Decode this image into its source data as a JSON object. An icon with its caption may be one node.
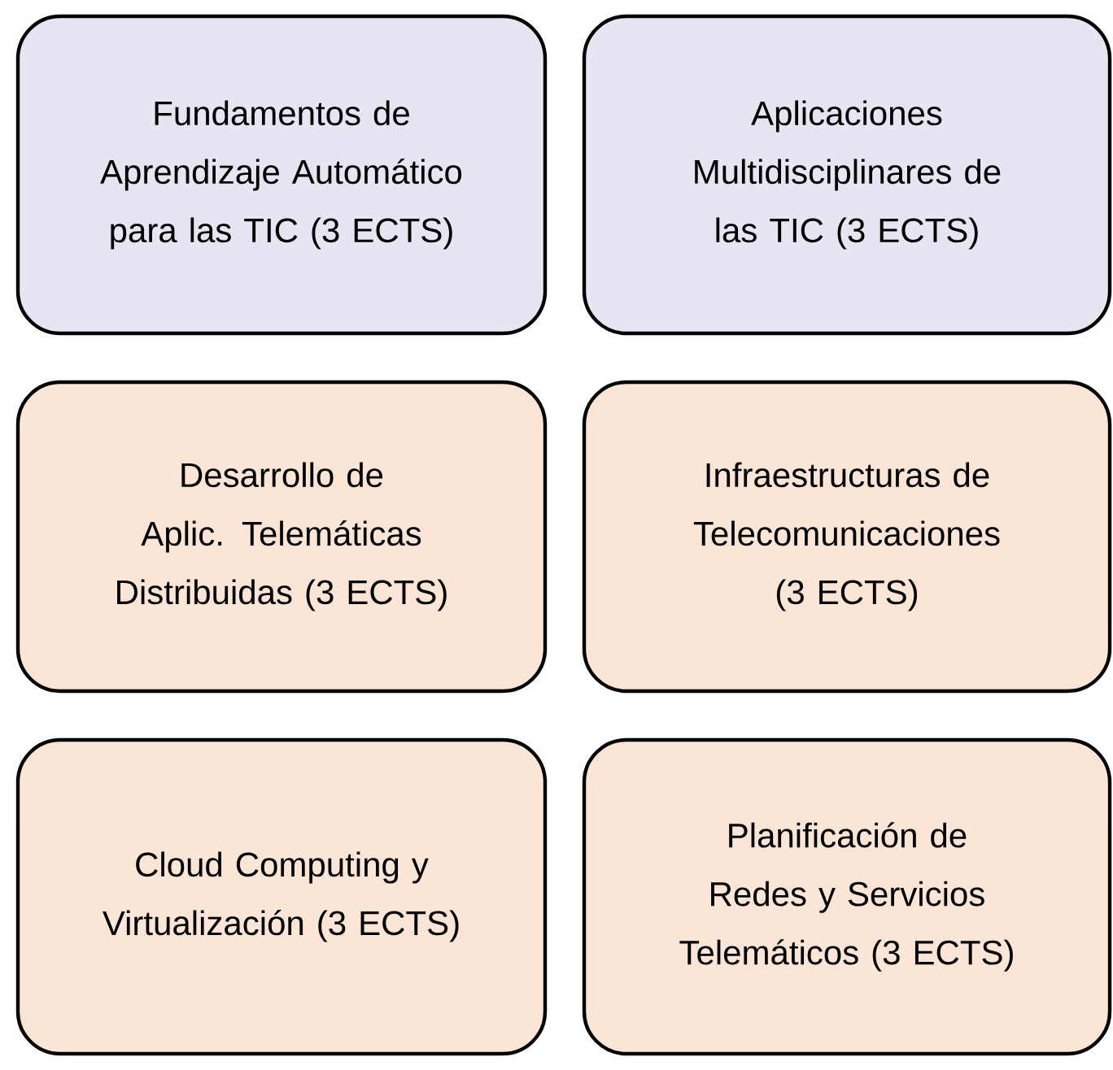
{
  "diagram": {
    "nodes": [
      {
        "text": [
          "Fundamentos de Aprendizaje Automático para las TIC (3 ECTS)"
        ]
      },
      {
        "text": [
          "Aplicaciones Multidisciplinares de las TIC (3 ECTS)"
        ]
      },
      {
        "text": [
          "Desarrollo de Aplic. Telemáticas Distribuidas (3 ECTS)"
        ]
      },
      {
        "text": [
          "Infraestructuras de Telecomunicaciones (3 ECTS)"
        ]
      },
      {
        "text": [
          "Cloud Computing y Virtualización (3 ECTS)"
        ]
      },
      {
        "text": [
          "Planificación de Redes y Servicios Telemáticos (3 ECTS)"
        ]
      }
    ]
  }
}
